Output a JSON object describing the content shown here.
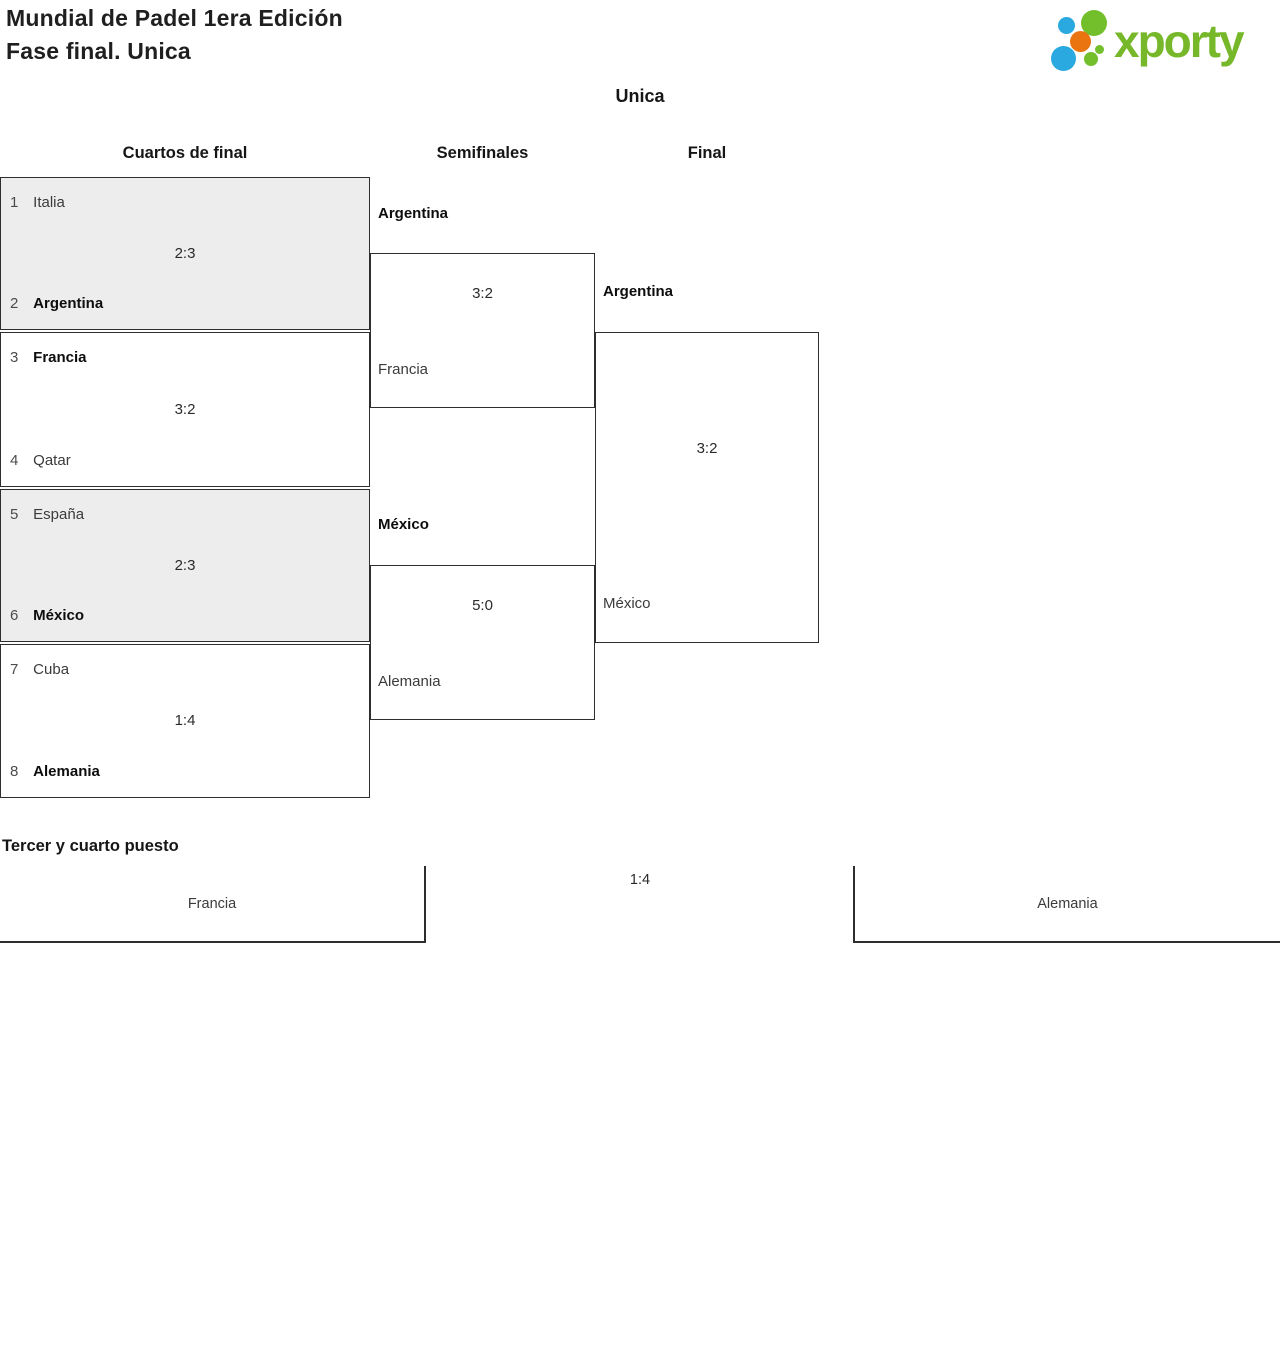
{
  "header": {
    "title_line1": "Mundial de Padel 1era Edición",
    "title_line2": "Fase final. Unica",
    "logo_text": "xporty"
  },
  "group_title": "Unica",
  "colors": {
    "brand_green": "#76b82a",
    "brand_blue": "#29a9e0",
    "brand_orange": "#e97410",
    "match_fill_grey": "#ededed",
    "line_color": "#2e2e2e"
  },
  "bracket": {
    "rounds": [
      {
        "label": "Cuartos de final"
      },
      {
        "label": "Semifinales"
      },
      {
        "label": "Final"
      }
    ],
    "quarterfinals": [
      {
        "score": "2:3",
        "teams": [
          {
            "seed": "1",
            "name": "Italia",
            "winner": false
          },
          {
            "seed": "2",
            "name": "Argentina",
            "winner": true
          }
        ]
      },
      {
        "score": "3:2",
        "teams": [
          {
            "seed": "3",
            "name": "Francia",
            "winner": true
          },
          {
            "seed": "4",
            "name": "Qatar",
            "winner": false
          }
        ]
      },
      {
        "score": "2:3",
        "teams": [
          {
            "seed": "5",
            "name": "España",
            "winner": false
          },
          {
            "seed": "6",
            "name": "México",
            "winner": true
          }
        ]
      },
      {
        "score": "1:4",
        "teams": [
          {
            "seed": "7",
            "name": "Cuba",
            "winner": false
          },
          {
            "seed": "8",
            "name": "Alemania",
            "winner": true
          }
        ]
      }
    ],
    "semifinals": [
      {
        "score": "3:2",
        "teams": [
          {
            "name": "Argentina",
            "winner": true
          },
          {
            "name": "Francia",
            "winner": false
          }
        ]
      },
      {
        "score": "5:0",
        "teams": [
          {
            "name": "México",
            "winner": true
          },
          {
            "name": "Alemania",
            "winner": false
          }
        ]
      }
    ],
    "final": {
      "score": "3:2",
      "teams": [
        {
          "name": "Argentina",
          "winner": true
        },
        {
          "name": "México",
          "winner": false
        }
      ]
    }
  },
  "third_place": {
    "title": "Tercer y cuarto puesto",
    "score": "1:4",
    "teams": [
      {
        "name": "Francia"
      },
      {
        "name": "Alemania"
      }
    ]
  }
}
